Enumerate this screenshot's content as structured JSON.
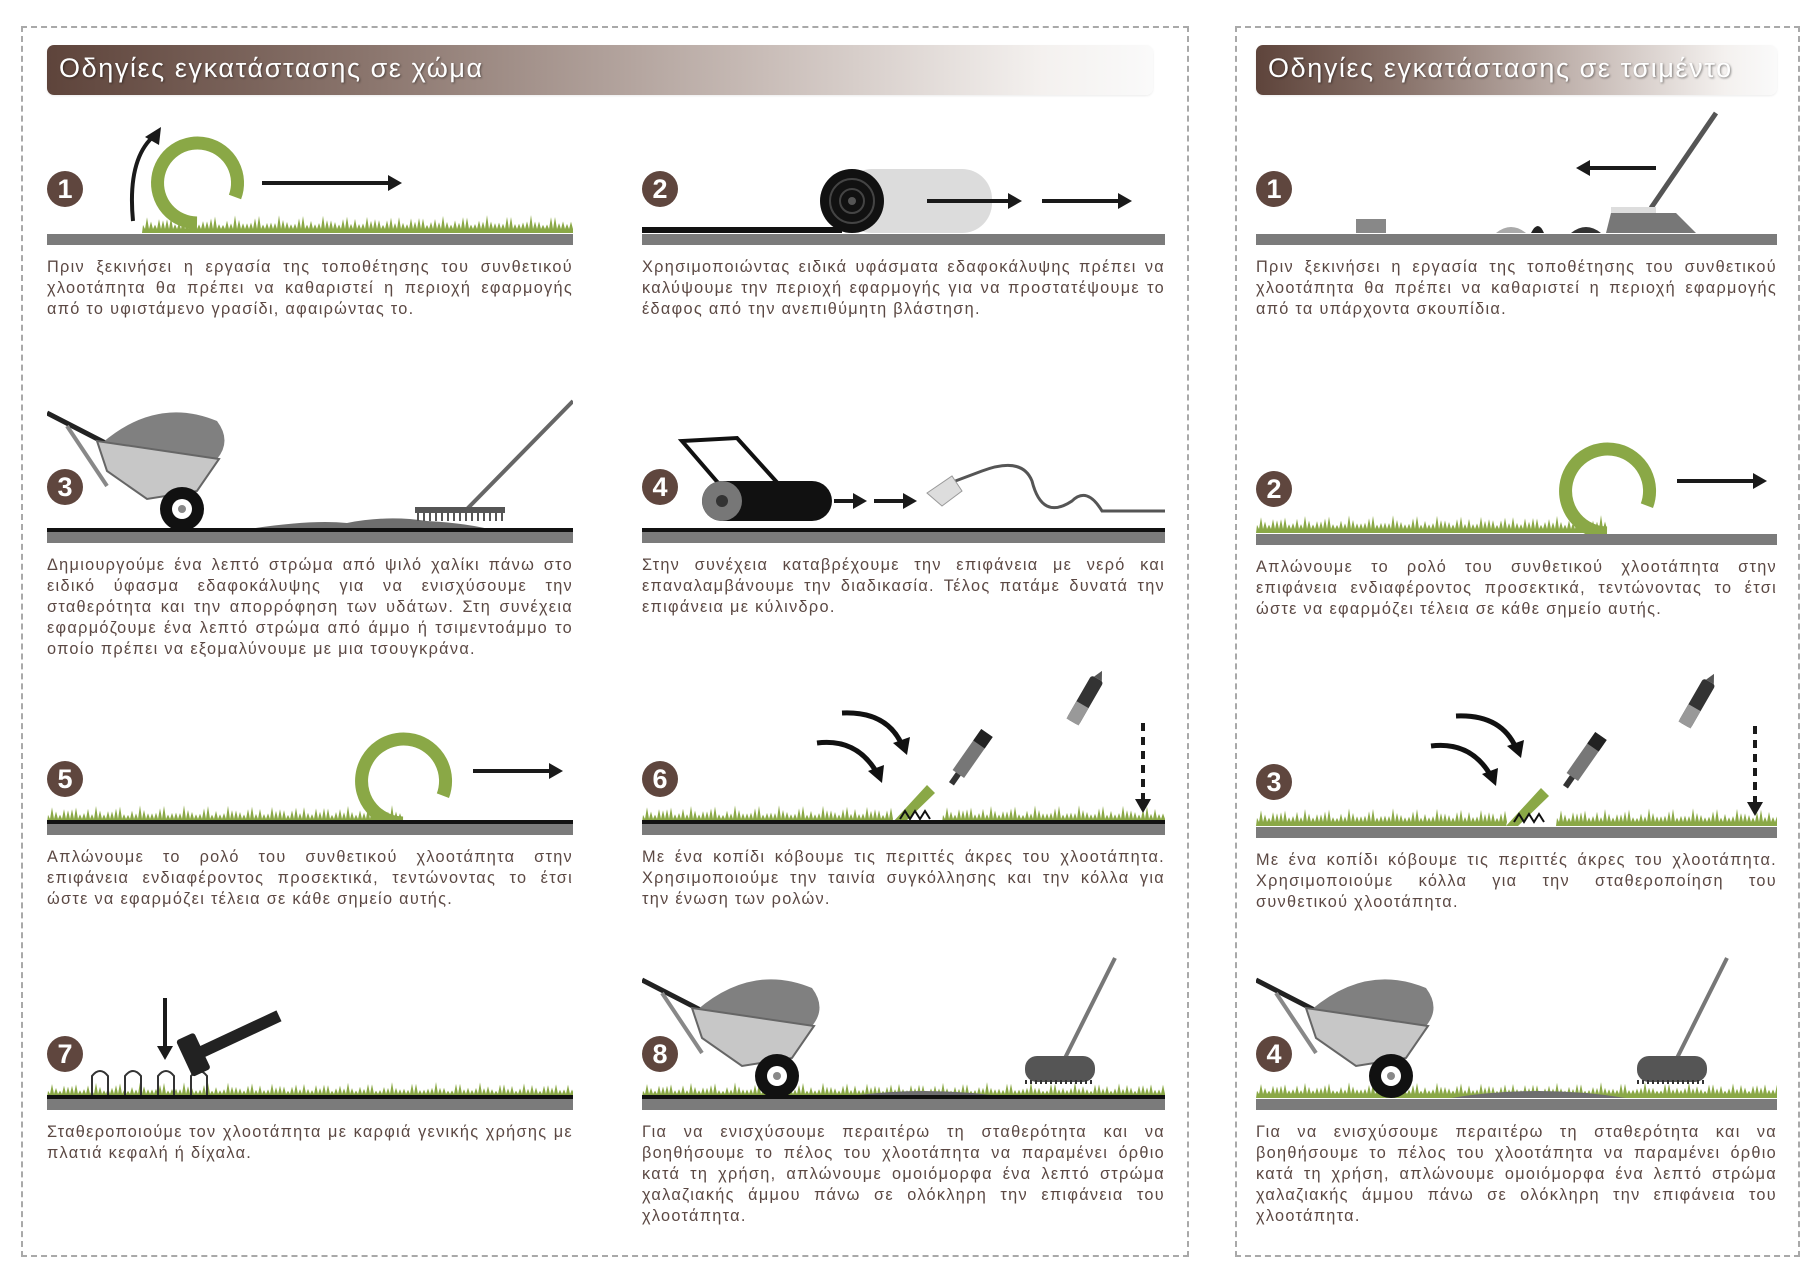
{
  "colors": {
    "brand_brown": "#5f463e",
    "grass": "#8aa846",
    "ground": "#7b7b7b",
    "text": "#5b4843"
  },
  "sections": [
    {
      "title": "Οδηγίες εγκατάστασης σε χώμα",
      "steps": [
        {
          "number": "1",
          "illustration": "remove-grass",
          "text": "Πριν ξεκινήσει η εργασία της τοποθέτησης του συνθετικού χλοοτάπητα θα πρέπει να καθαριστεί η περιοχή εφαρμογής από το υφιστάμενο γρασίδι, αφαιρώντας το."
        },
        {
          "number": "2",
          "illustration": "lay-fabric",
          "text": "Χρησιμοποιώντας ειδικά υφάσματα εδαφοκάλυψης πρέπει να καλύψουμε την περιοχή εφαρμογής για να προστατέψουμε το έδαφος από την ανεπιθύμητη βλάστηση."
        },
        {
          "number": "3",
          "illustration": "gravel-rake",
          "text": "Δημιουργούμε ένα λεπτό στρώμα από ψιλό χαλίκι πάνω στο ειδικό ύφασμα εδαφοκάλυψης για να ενισχύσουμε την σταθερότητα και την απορρόφηση των υδάτων. Στη συνέχεια εφαρμόζουμε ένα λεπτό στρώμα από άμμο ή τσιμεντοάμμο το οποίο πρέπει να εξομαλύνουμε με μια τσουγκράνα."
        },
        {
          "number": "4",
          "illustration": "roller-water",
          "text": "Στην συνέχεια καταβρέχουμε την επιφάνεια με νερό και επαναλαμβάνουμε την διαδικασία. Τέλος πατάμε δυνατά την επιφάνεια με κύλινδρο."
        },
        {
          "number": "5",
          "illustration": "unroll",
          "text": "Απλώνουμε το ρολό του συνθετικού χλοοτάπητα στην επιφάνεια ενδιαφέροντος προσεκτικά, τεντώνοντας το έτσι ώστε να εφαρμόζει τέλεια σε κάθε σημείο αυτής."
        },
        {
          "number": "6",
          "illustration": "cut-glue",
          "text": "Με ένα κοπίδι κόβουμε τις περιττές άκρες του χλοοτάπητα. Χρησιμοποιούμε την ταινία συγκόλλησης και την κόλλα για την ένωση των ρολών."
        },
        {
          "number": "7",
          "illustration": "staples",
          "text": "Σταθεροποιούμε τον χλοοτάπητα με καρφιά γενικής χρήσης με πλατιά κεφαλή ή δίχαλα."
        },
        {
          "number": "8",
          "illustration": "sand-brush",
          "text": "Για να ενισχύσουμε περαιτέρω τη σταθερότητα και να βοηθήσουμε το πέλος του χλοοτάπητα να παραμένει όρθιο κατά τη χρήση, απλώνουμε ομοιόμορφα ένα λεπτό στρώμα χαλαζιακής άμμου πάνω σε ολόκληρη την επιφάνεια του χλοοτάπητα."
        }
      ]
    },
    {
      "title": "Οδηγίες εγκατάστασης σε τσιμέντο",
      "steps": [
        {
          "number": "1",
          "illustration": "sweep",
          "text": "Πριν ξεκινήσει η εργασία της τοποθέτησης του συνθετικού χλοοτάπητα θα πρέπει να καθαριστεί η περιοχή εφαρμογής από τα υπάρχοντα σκουπίδια."
        },
        {
          "number": "2",
          "illustration": "unroll",
          "text": "Απλώνουμε το ρολό του συνθετικού χλοοτάπητα στην επιφάνεια ενδιαφέροντος προσεκτικά, τεντώνοντας το έτσι ώστε να εφαρμόζει τέλεια σε κάθε σημείο αυτής."
        },
        {
          "number": "3",
          "illustration": "cut-glue",
          "text": "Με ένα κοπίδι κόβουμε τις περιττές άκρες του χλοοτάπητα. Χρησιμοποιούμε κόλλα για την σταθεροποίηση του συνθετικού χλοοτάπητα."
        },
        {
          "number": "4",
          "illustration": "sand-brush",
          "text": "Για να ενισχύσουμε περαιτέρω τη σταθερότητα και να βοηθήσουμε το πέλος του χλοοτάπητα να παραμένει όρθιο κατά τη χρήση, απλώνουμε ομοιόμορφα ένα λεπτό στρώμα χαλαζιακής άμμου πάνω σε ολόκληρη την επιφάνεια του χλοοτάπητα."
        }
      ]
    }
  ]
}
